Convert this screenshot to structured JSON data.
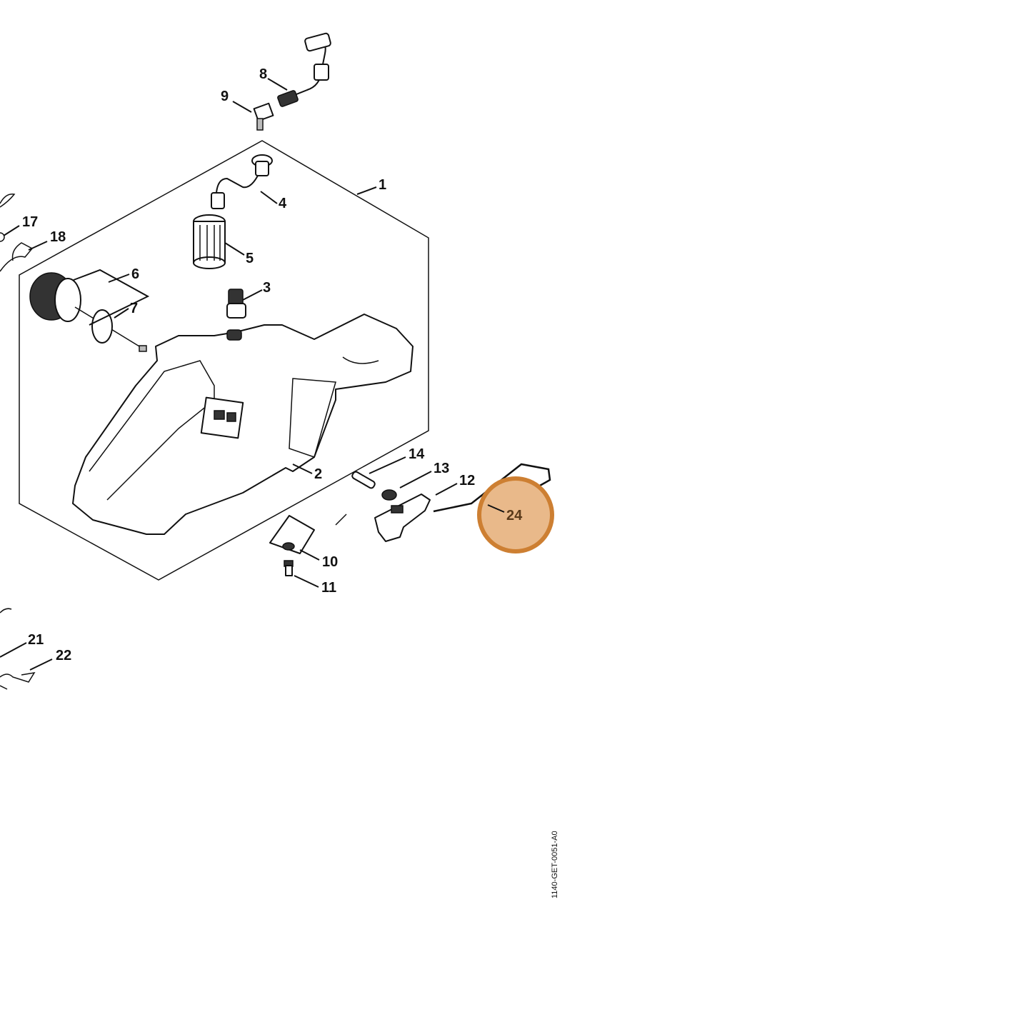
{
  "labels": {
    "p1": "1",
    "p2": "2",
    "p3": "3",
    "p4": "4",
    "p5": "5",
    "p6": "6",
    "p7": "7",
    "p8": "8",
    "p9": "9",
    "p10": "10",
    "p11": "11",
    "p12": "12",
    "p13": "13",
    "p14": "14",
    "p17": "17",
    "p18": "18",
    "p21": "21",
    "p22": "22",
    "p24": "24"
  },
  "drawing_code": "1140-GET-0051-A0",
  "highlight_color": "#e9b98a",
  "highlight_border": "#cd7f32"
}
